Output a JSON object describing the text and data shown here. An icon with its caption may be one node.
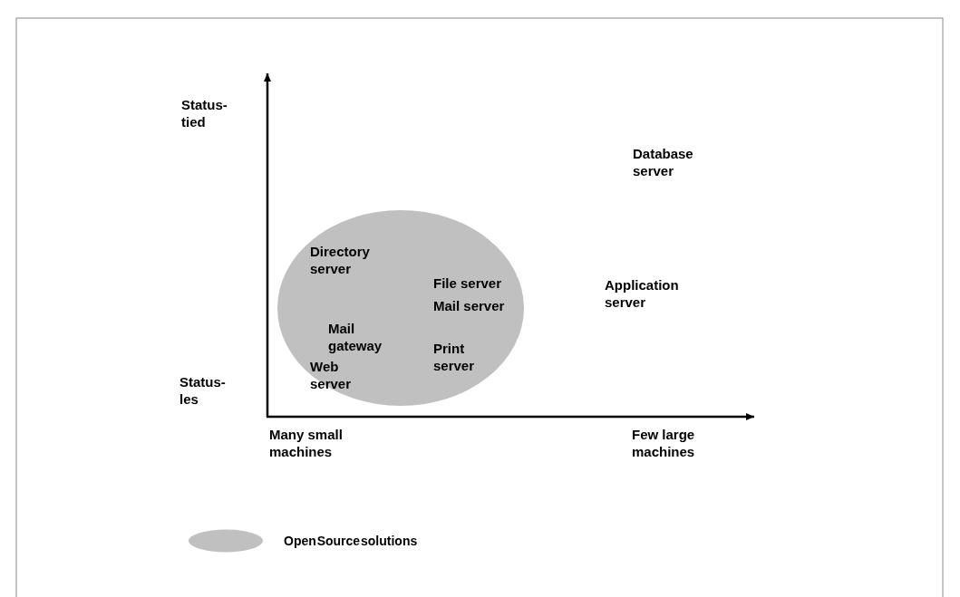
{
  "diagram": {
    "nodes": [
      {
        "text": [
          "Directory server",
          "File server",
          "Mail server",
          "Mail gateway",
          "Print server",
          "Web server"
        ]
      }
    ],
    "edges": [],
    "labels": [
      "Status- tied",
      "Database server",
      "Application server",
      "Status- les",
      "Many small machines",
      "Few large machines"
    ],
    "legend": [
      {
        "text": "Open Source solutions",
        "color": "#c0c0c0"
      }
    ]
  }
}
